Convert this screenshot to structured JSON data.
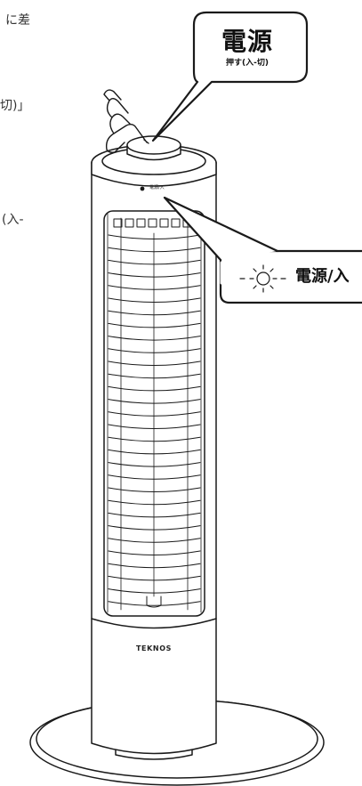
{
  "text_fragments": {
    "line1": "に差",
    "line2": "切)」",
    "line3": "(入-"
  },
  "callout_power": {
    "title": "電源",
    "subtitle": "押す(入-切)"
  },
  "indicator_callout": {
    "icon": "sun-led-icon",
    "label": "電源/入"
  },
  "panel_label": "電源/入",
  "brand": "TEKNOS",
  "colors": {
    "line": "#1a1a1a",
    "background": "#ffffff"
  }
}
